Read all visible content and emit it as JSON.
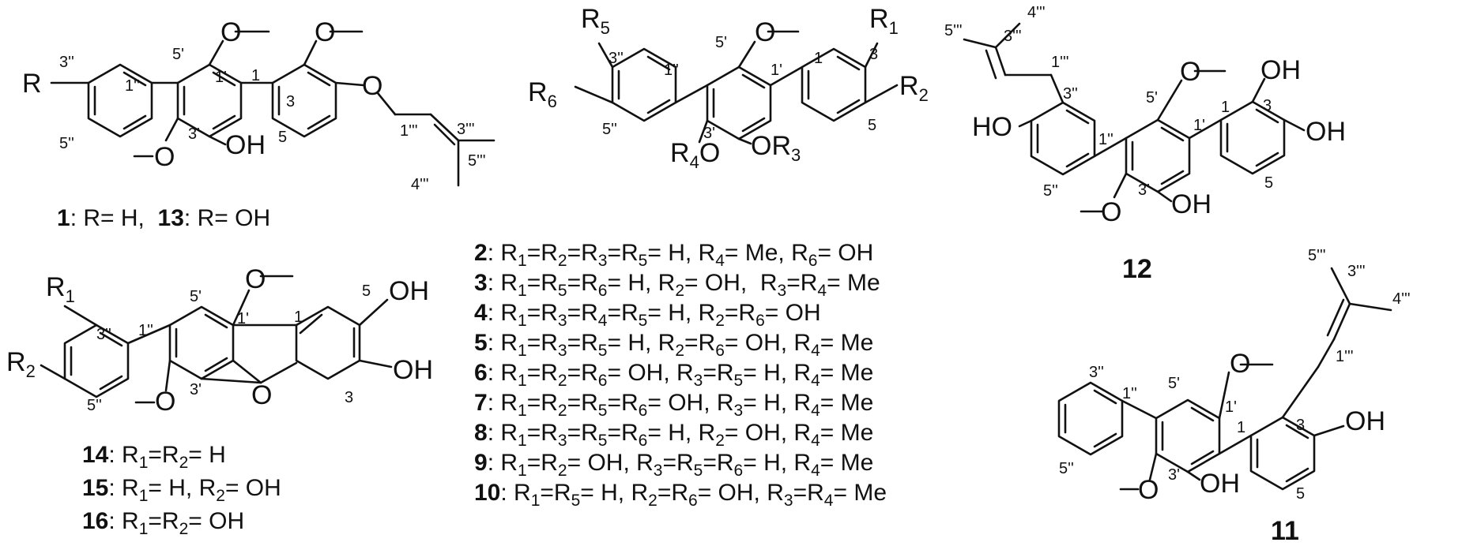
{
  "figure_type": "chemical-structures",
  "compounds": {
    "c1": {
      "atoms": {
        "R": "R",
        "OMe_top": "O",
        "OMe_bot": "O",
        "OMe_right": "O",
        "OH": "OH",
        "O_ether": "O"
      },
      "numbers": [
        "3''",
        "1''",
        "5''",
        "5'",
        "1'",
        "3'",
        "1",
        "3",
        "5",
        "1'''",
        "3'''",
        "5'''",
        "4'''"
      ],
      "caption": {
        "id1": "1",
        "text1": ": R= H,  ",
        "id2": "13",
        "text2": ": R= OH"
      }
    },
    "c2": {
      "atoms": {
        "R5": "R",
        "R5_sub": "5",
        "R6": "R",
        "R6_sub": "6",
        "R1": "R",
        "R1_sub": "1",
        "R2": "R",
        "R2_sub": "2",
        "R4": "R",
        "R4_sub": "4",
        "O_R4": "O",
        "O_R3": "O",
        "R3": "R",
        "R3_sub": "3",
        "OMe": "O"
      },
      "numbers": [
        "3''",
        "1''",
        "5''",
        "5'",
        "1'",
        "3'",
        "1",
        "3",
        "5"
      ],
      "captions": [
        {
          "id": "2",
          "parts": [
            ": R",
            "1",
            "=R",
            "2",
            "=R",
            "3",
            "=R",
            "5",
            "= H, R",
            "4",
            "= Me, R",
            "6",
            "= OH"
          ]
        },
        {
          "id": "3",
          "parts": [
            ": R",
            "1",
            "=R",
            "5",
            "=R",
            "6",
            "= H, R",
            "2",
            "= OH,  R",
            "3",
            "=R",
            "4",
            "= Me"
          ]
        },
        {
          "id": "4",
          "parts": [
            ": R",
            "1",
            "=R",
            "3",
            "=R",
            "4",
            "=R",
            "5",
            "= H, R",
            "2",
            "=R",
            "6",
            "= OH"
          ]
        },
        {
          "id": "5",
          "parts": [
            ": R",
            "1",
            "=R",
            "3",
            "=R",
            "5",
            "= H, R",
            "2",
            "=R",
            "6",
            "= OH, R",
            "4",
            "= Me"
          ]
        },
        {
          "id": "6",
          "parts": [
            ": R",
            "1",
            "=R",
            "2",
            "=R",
            "6",
            "= OH, R",
            "3",
            "=R",
            "5",
            "= H, R",
            "4",
            "= Me"
          ]
        },
        {
          "id": "7",
          "parts": [
            ": R",
            "1",
            "=R",
            "2",
            "=R",
            "5",
            "=R",
            "6",
            "= OH, R",
            "3",
            "= H, R",
            "4",
            "= Me"
          ]
        },
        {
          "id": "8",
          "parts": [
            ": R",
            "1",
            "=R",
            "3",
            "=R",
            "5",
            "=R",
            "6",
            "= H, R",
            "2",
            "= OH, R",
            "4",
            "= Me"
          ]
        },
        {
          "id": "9",
          "parts": [
            ": R",
            "1",
            "=R",
            "2",
            "= OH, R",
            "3",
            "=R",
            "5",
            "=R",
            "6",
            "= H, R",
            "4",
            "= Me"
          ]
        },
        {
          "id": "10",
          "parts": [
            ": R",
            "1",
            "=R",
            "5",
            "= H, R",
            "2",
            "=R",
            "6",
            "= OH, R",
            "3",
            "=R",
            "4",
            "= Me"
          ]
        }
      ]
    },
    "c12": {
      "atoms": {
        "HO": "HO",
        "OH_a": "OH",
        "OH_b": "OH",
        "OH_c": "OH",
        "OMe_top": "O",
        "OMe_bot": "O"
      },
      "numbers": [
        "5'''",
        "4'''",
        "3'''",
        "1'''",
        "3''",
        "1''",
        "5''",
        "5'",
        "1'",
        "3'",
        "1",
        "3",
        "5"
      ],
      "id": "12"
    },
    "c14": {
      "atoms": {
        "R1": "R",
        "R1_sub": "1",
        "R2": "R",
        "R2_sub": "2",
        "OMe_top": "O",
        "OMe_bot": "O",
        "O_ring": "O",
        "OH_a": "OH",
        "OH_b": "OH"
      },
      "numbers": [
        "3''",
        "1''",
        "5''",
        "5'",
        "1'",
        "3'",
        "1",
        "5",
        "3"
      ],
      "captions": [
        {
          "id": "14",
          "parts": [
            ": R",
            "1",
            "=R",
            "2",
            "= H"
          ]
        },
        {
          "id": "15",
          "parts": [
            ": R",
            "1",
            "= H, R",
            "2",
            "= OH"
          ]
        },
        {
          "id": "16",
          "parts": [
            ": R",
            "1",
            "=R",
            "2",
            "= OH"
          ]
        }
      ]
    },
    "c11": {
      "atoms": {
        "OMe_top": "O",
        "OMe_bot": "O",
        "OH_a": "OH",
        "OH_b": "OH"
      },
      "numbers": [
        "5'''",
        "3'''",
        "4'''",
        "1'''",
        "3''",
        "1''",
        "5''",
        "5'",
        "1'",
        "3'",
        "1",
        "3",
        "5"
      ],
      "id": "11"
    }
  }
}
